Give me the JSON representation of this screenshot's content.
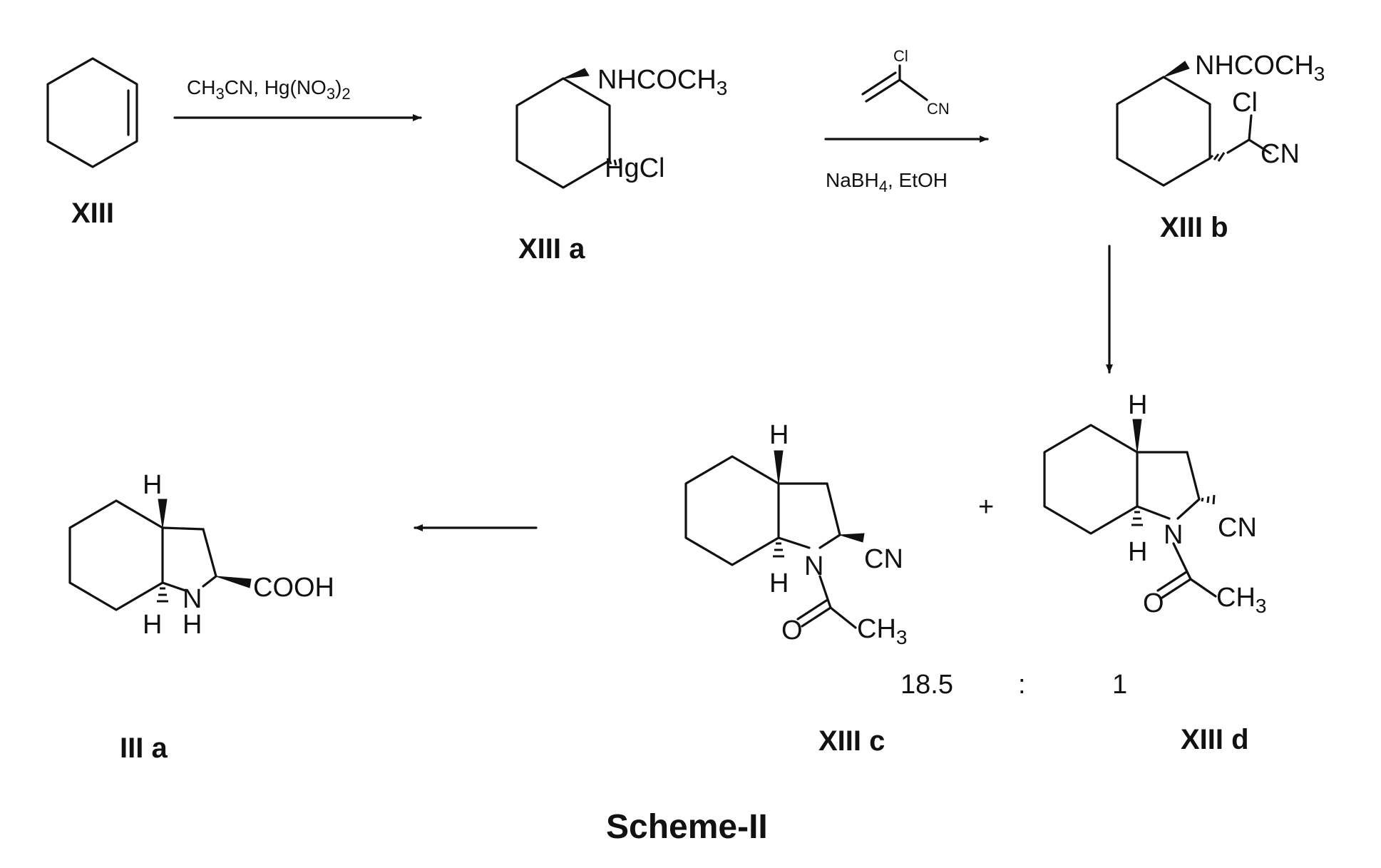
{
  "title": "Scheme-II",
  "compounds": {
    "xiii": "XIII",
    "xiiia": "XIII a",
    "xiiib": "XIII b",
    "xiiic": "XIII c",
    "xiiid": "XIII d",
    "iiia": "III a"
  },
  "step1": {
    "reagent_p1": "CH",
    "reagent_sub1": "3",
    "reagent_p2": "CN, Hg(NO",
    "reagent_sub2": "3",
    "reagent_p3": ")",
    "reagent_sub3": "2"
  },
  "step2": {
    "reagent_main": "NaBH",
    "reagent_sub": "4",
    "reagent_tail": ", EtOH",
    "acrylo_cl": "Cl",
    "acrylo_cn": "CN"
  },
  "atoms": {
    "nhcoch": "NHCOCH",
    "sub3": "3",
    "hgcl": "HgCl",
    "cl": "Cl",
    "cn": "CN",
    "h": "H",
    "n": "N",
    "o": "O",
    "ch": "CH",
    "cooh": "COOH"
  },
  "ratio": {
    "left": "18.5",
    "sep": ":",
    "right": "1"
  },
  "plus": "+"
}
